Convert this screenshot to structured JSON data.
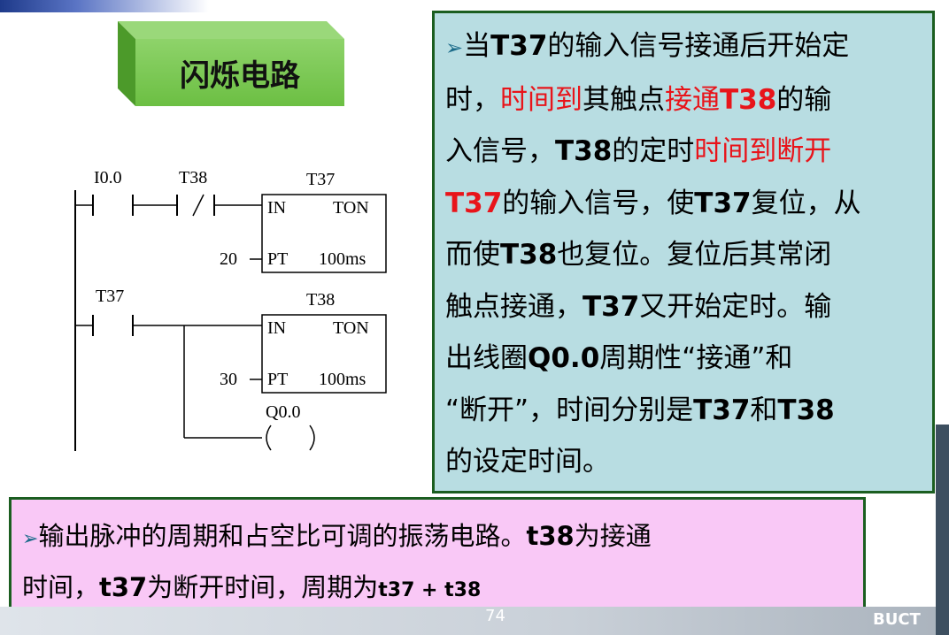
{
  "title": "闪烁电路",
  "ladder": {
    "contact_1": "I0.0",
    "contact_2": "T38",
    "timer_1": {
      "name": "T37",
      "in": "IN",
      "type": "TON",
      "preset": "20",
      "pt": "PT",
      "resolution": "100ms"
    },
    "contact_3": "T37",
    "timer_2": {
      "name": "T38",
      "in": "IN",
      "type": "TON",
      "preset": "30",
      "pt": "PT",
      "resolution": "100ms"
    },
    "coil": {
      "name": "Q0.0",
      "symbol": "( )"
    }
  },
  "description": {
    "bullet": "➢",
    "lines": [
      [
        {
          "t": "当",
          "s": ""
        },
        {
          "t": "T37",
          "s": "b"
        },
        {
          "t": "的输入信号接通后开始定",
          "s": ""
        }
      ],
      [
        {
          "t": "时，",
          "s": ""
        },
        {
          "t": "时间到",
          "s": "red"
        },
        {
          "t": "其触点",
          "s": ""
        },
        {
          "t": "接通",
          "s": "red"
        },
        {
          "t": "T38",
          "s": "red b"
        },
        {
          "t": "的输",
          "s": ""
        }
      ],
      [
        {
          "t": "入信号，",
          "s": ""
        },
        {
          "t": "T38",
          "s": "b"
        },
        {
          "t": "的定时",
          "s": ""
        },
        {
          "t": "时间到断开",
          "s": "red"
        }
      ],
      [
        {
          "t": "T37",
          "s": "red b"
        },
        {
          "t": "的输入信号，使",
          "s": ""
        },
        {
          "t": "T37",
          "s": "b"
        },
        {
          "t": "复位，从",
          "s": ""
        }
      ],
      [
        {
          "t": "而使",
          "s": ""
        },
        {
          "t": "T38",
          "s": "b"
        },
        {
          "t": "也复位。复位后其常闭",
          "s": ""
        }
      ],
      [
        {
          "t": "触点接通，",
          "s": ""
        },
        {
          "t": "T37",
          "s": "b"
        },
        {
          "t": "又开始定时。输",
          "s": ""
        }
      ],
      [
        {
          "t": "出线圈",
          "s": ""
        },
        {
          "t": "Q0.0",
          "s": "b"
        },
        {
          "t": "周期性“接通”和",
          "s": ""
        }
      ],
      [
        {
          "t": "“断开”，时间分别是",
          "s": ""
        },
        {
          "t": "T37",
          "s": "b"
        },
        {
          "t": "和",
          "s": ""
        },
        {
          "t": "T38",
          "s": "b"
        }
      ],
      [
        {
          "t": "的设定时间。",
          "s": ""
        }
      ]
    ]
  },
  "summary": {
    "bullet": "➢",
    "line1": [
      {
        "t": "输出脉冲的周期和占空比可调的振荡电路。",
        "s": ""
      },
      {
        "t": "t38",
        "s": "b"
      },
      {
        "t": "为接通",
        "s": ""
      }
    ],
    "line2": [
      {
        "t": "时间，",
        "s": ""
      },
      {
        "t": "t37",
        "s": "b"
      },
      {
        "t": "为断开时间，周期为",
        "s": ""
      },
      {
        "t": "t37 + t38",
        "s": "b small"
      }
    ]
  },
  "footer": {
    "page": "74",
    "brand": "BUCT"
  },
  "colors": {
    "accent_red": "#e8141a",
    "desc_bg": "#b8dde2",
    "summary_bg": "#f9c8f6",
    "title_green": "#6cbf43"
  }
}
